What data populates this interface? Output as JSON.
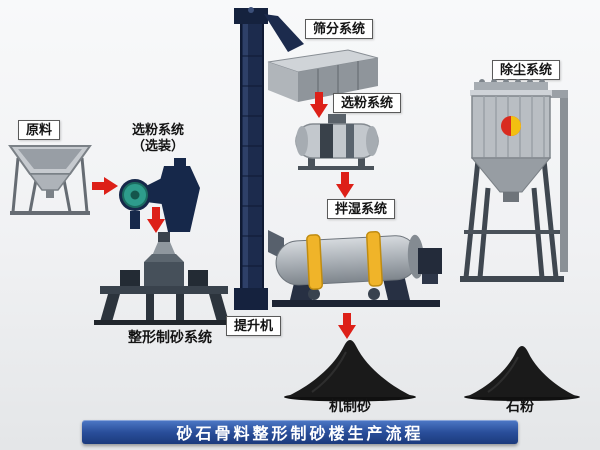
{
  "banner": {
    "text": "砂石骨料整形制砂楼生产流程"
  },
  "nodes": {
    "raw_material": {
      "label": "原料"
    },
    "powder_optional": {
      "line1": "选粉系统",
      "line2": "（选装）"
    },
    "screening": {
      "label": "筛分系统"
    },
    "powder_system": {
      "label": "选粉系统"
    },
    "dust_removal": {
      "label": "除尘系统"
    },
    "shaping_sand": {
      "label": "整形制砂系统"
    },
    "elevator": {
      "label": "提升机"
    },
    "wet_mixing": {
      "label": "拌湿系统"
    },
    "machine_sand": {
      "label": "机制砂"
    },
    "stone_powder": {
      "label": "石粉"
    }
  },
  "colors": {
    "arrow_red": "#dd2018",
    "banner_bg": "#2a4f9b",
    "banner_text": "#ffffff",
    "equipment_dark_navy": "#1c2b4d",
    "equipment_gray": "#b9bec3",
    "drum_ring_yellow": "#f0b429",
    "pile_black": "#1a1a1a",
    "classifier_teal": "#2e9c8c"
  }
}
